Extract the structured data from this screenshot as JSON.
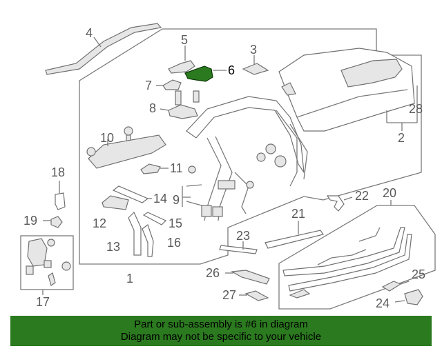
{
  "callouts": {
    "c1": "1",
    "c2": "2",
    "c3": "3",
    "c4": "4",
    "c5": "5",
    "c6": "6",
    "c7": "7",
    "c8": "8",
    "c9": "9",
    "c10": "10",
    "c11": "11",
    "c12": "12",
    "c13": "13",
    "c14": "14",
    "c15": "15",
    "c16": "16",
    "c17": "17",
    "c18": "18",
    "c19": "19",
    "c20": "20",
    "c21": "21",
    "c22": "22",
    "c23": "23",
    "c24": "24",
    "c25": "25",
    "c26": "26",
    "c27": "27",
    "c28": "28"
  },
  "highlight": {
    "part_number": "6",
    "color": "#2b7a1f"
  },
  "banner": {
    "line1": "Part or sub-assembly is #6 in diagram",
    "line2": "Diagram may not be specific to your vehicle",
    "background": "#2b7a1f"
  }
}
